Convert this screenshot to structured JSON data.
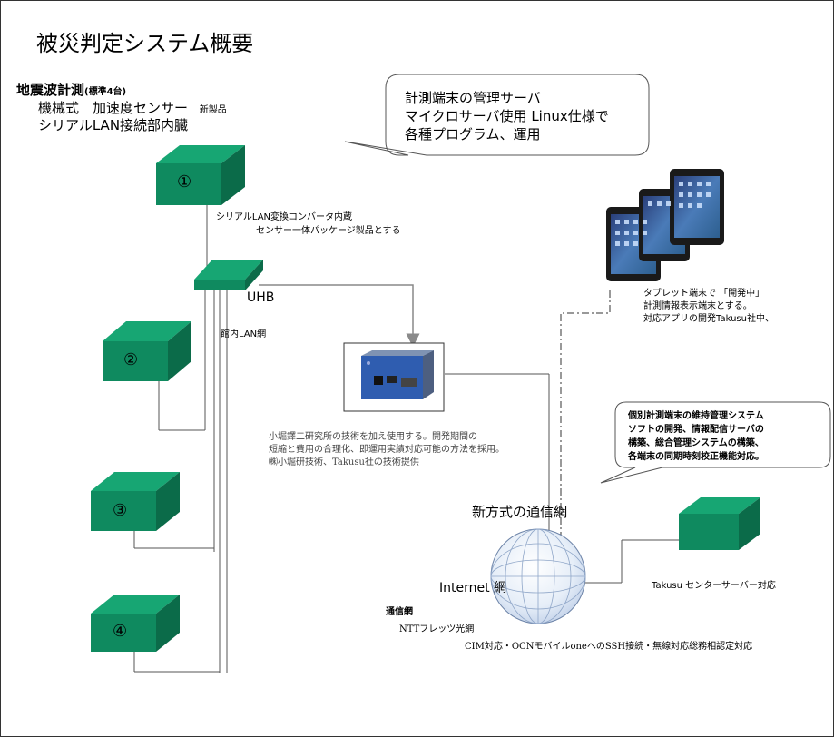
{
  "title": "被災判定システム概要",
  "sensor": {
    "heading": "地震波計測",
    "heading_note": "(標準4台)",
    "line1": "機械式　加速度センサー",
    "new_product": "新製品",
    "line2": "シリアルLAN接続部内臓"
  },
  "server_callout": {
    "line1": "計測端末の管理サーバ",
    "line2": "マイクロサーバ使用 Linux仕様で",
    "line3": "各種プログラム、運用"
  },
  "converter_note": {
    "line1": "シリアルLAN変換コンバータ内蔵",
    "line2": "センサー一体パッケージ製品とする"
  },
  "nodes": {
    "box1": "①",
    "box2": "②",
    "box3": "③",
    "box4": "④"
  },
  "hub_label": "UHB",
  "lan_label": "館内LAN網",
  "tablet_note": {
    "line1": "タブレット端末で 「開発中」",
    "line2": "計測情報表示端末とする。",
    "line3": "対応アプリの開発Takusu社中、"
  },
  "microserver_note": {
    "line1": "小堀鐸二研究所の技術を加え使用する。開発期間の",
    "line2": "短縮と費用の合理化、即運用実績対応可能の方法を採用。",
    "line3": "㈱小堀研技術、Takusu社の技術提供"
  },
  "maintenance_callout": {
    "line1": "個別計測端末の維持管理システム",
    "line2": "ソフトの開発、情報配信サーバの",
    "line3": "構築、総合管理システムの構築、",
    "line4": "各端末の同期時刻校正機能対応。"
  },
  "network_title": "新方式の通信網",
  "internet_label": "Internet 網",
  "center_server_label": "Takusu センターサーバー対応",
  "comm": {
    "label": "通信網",
    "flets": "NTTフレッツ光網",
    "cim": "CIM対応・OCNモバイルoneへのSSH接続・無線対応総務相認定対応"
  },
  "colors": {
    "box_front": "#0f8a5f",
    "box_top": "#17a673",
    "box_side": "#0b6b49",
    "line": "#555555",
    "arrow": "#808080"
  }
}
